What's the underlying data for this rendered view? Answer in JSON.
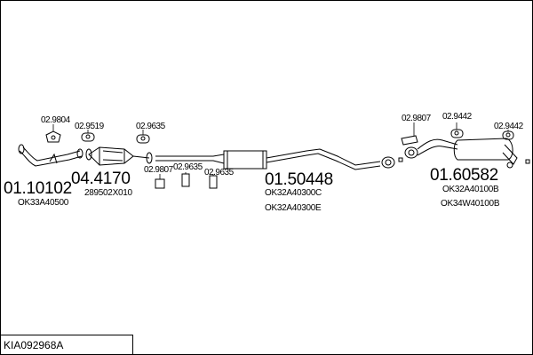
{
  "diagram": {
    "parts": [
      {
        "id": "p1",
        "number": "01.10102"
      },
      {
        "id": "p2",
        "number": "04.4170"
      },
      {
        "id": "p3",
        "number": "01.50448"
      },
      {
        "id": "p4",
        "number": "01.60582"
      }
    ],
    "small_parts": [
      {
        "id": "s1",
        "number": "02.9804"
      },
      {
        "id": "s2",
        "number": "02.9519"
      },
      {
        "id": "s3",
        "number": "02.9635"
      },
      {
        "id": "s4",
        "number": "02.9807"
      },
      {
        "id": "s5",
        "number": "02.9635"
      },
      {
        "id": "s6",
        "number": "02.9635"
      },
      {
        "id": "s7",
        "number": "02.9807"
      },
      {
        "id": "s8",
        "number": "02.9442"
      },
      {
        "id": "s9",
        "number": "02.9442"
      }
    ],
    "oe_numbers": [
      {
        "id": "o1",
        "text": "OK33A40500"
      },
      {
        "id": "o2",
        "text": "289502X010"
      },
      {
        "id": "o3",
        "text": "OK32A40300C"
      },
      {
        "id": "o4",
        "text": "OK32A40300E"
      },
      {
        "id": "o5",
        "text": "OK32A40100B"
      },
      {
        "id": "o6",
        "text": "OK34W40100B"
      }
    ]
  },
  "footer": {
    "code": "KIA092968A"
  }
}
